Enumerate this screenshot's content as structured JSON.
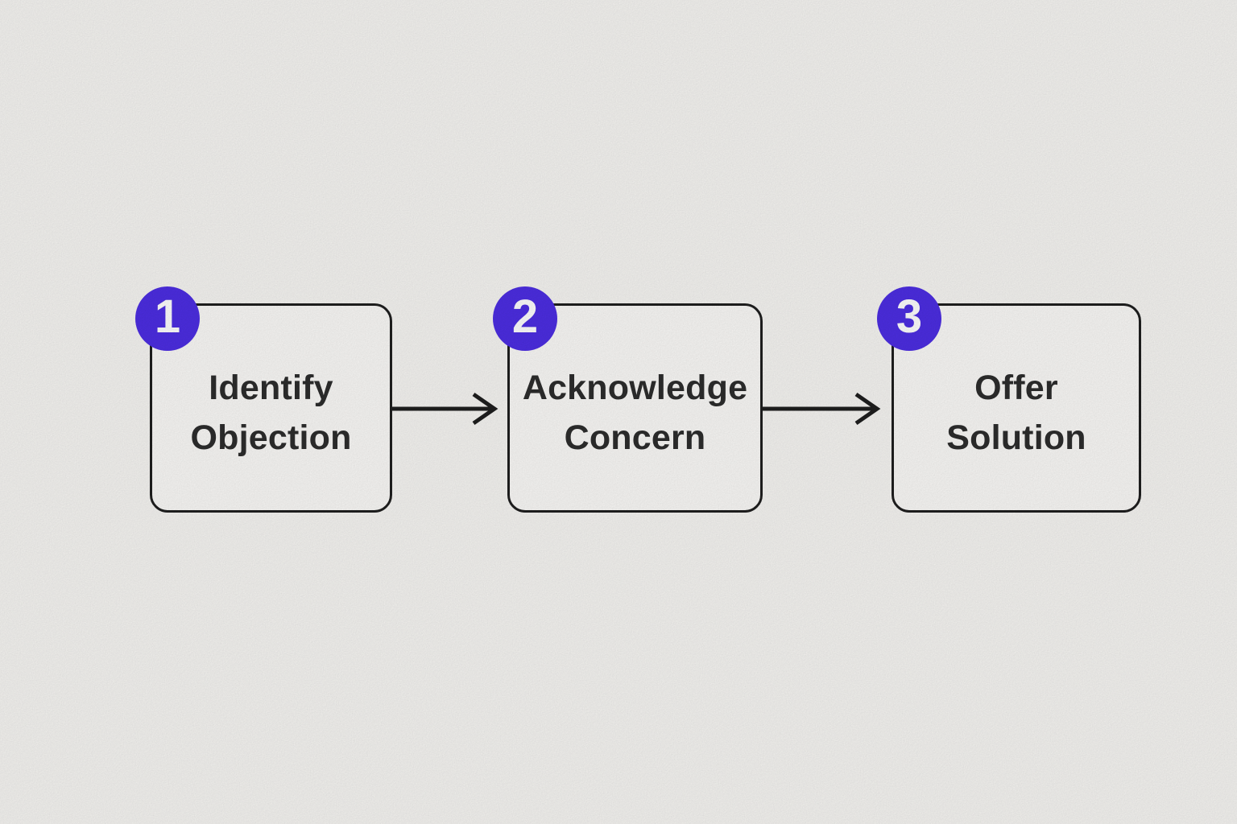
{
  "diagram": {
    "colors": {
      "background": "#F7F6F3",
      "box_fill": "#FBFAF8",
      "outline": "#1F1F1F",
      "label_text": "#2D2D2D",
      "badge_accent": "#4D2EE3",
      "badge_text": "#FFFFFF"
    },
    "steps": [
      {
        "number": "1",
        "line1": "Identify",
        "line2": "Objection"
      },
      {
        "number": "2",
        "line1": "Acknowledge",
        "line2": "Concern"
      },
      {
        "number": "3",
        "line1": "Offer",
        "line2": "Solution"
      }
    ],
    "connectors": [
      {
        "type": "arrow-right"
      },
      {
        "type": "arrow-right"
      }
    ]
  }
}
